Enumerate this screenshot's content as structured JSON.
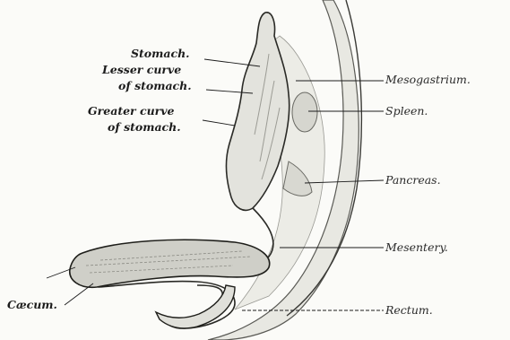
{
  "figure": {
    "labels_left": {
      "stomach": "Stomach.",
      "lesser_curve_line1": "Lesser curve",
      "lesser_curve_line2": "of stomach.",
      "greater_curve_line1": "Greater curve",
      "greater_curve_line2": "of stomach.",
      "cecum": "Cæcum."
    },
    "labels_right": {
      "mesogastrium": "Mesogastrium.",
      "spleen": "Spleen.",
      "pancreas": "Pancreas.",
      "mesentery": "Mesentery.",
      "rectum": "Rectum."
    },
    "colors": {
      "ink": "#1c1c1c",
      "organ_fill": "#e3e3dd",
      "shade": "#b9b9b2",
      "paper": "#fbfbf8"
    }
  }
}
